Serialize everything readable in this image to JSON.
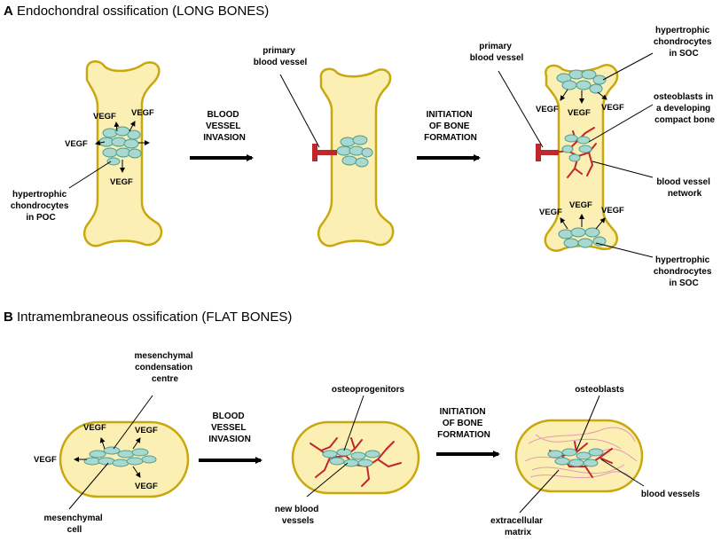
{
  "panel_a": {
    "letter": "A",
    "title": "Endochondral ossification (LONG BONES)",
    "bone1": {
      "vegf": [
        "VEGF",
        "VEGF",
        "VEGF",
        "VEGF"
      ],
      "label": [
        "hypertrophic",
        "chondrocytes",
        "in POC"
      ]
    },
    "arrow1": [
      "BLOOD",
      "VESSEL",
      "INVASION"
    ],
    "bone2": {
      "label": [
        "primary",
        "blood vessel"
      ]
    },
    "arrow2": [
      "INITIATION",
      "OF BONE",
      "FORMATION"
    ],
    "bone3": {
      "vessel_label": [
        "primary",
        "blood vessel"
      ],
      "top_label": [
        "hypertrophic",
        "chondrocytes",
        "in SOC"
      ],
      "osteoblast_label": [
        "osteoblasts in",
        "a developing",
        "compact bone"
      ],
      "network_label": [
        "blood vessel",
        "network"
      ],
      "bottom_label": [
        "hypertrophic",
        "chondrocytes",
        "in SOC"
      ],
      "vegf_top": [
        "VEGF",
        "VEGF",
        "VEGF"
      ],
      "vegf_bottom": [
        "VEGF",
        "VEGF",
        "VEGF"
      ]
    }
  },
  "panel_b": {
    "letter": "B",
    "title": "Intramembraneous ossification (FLAT BONES)",
    "flat1": {
      "top_label": [
        "mesenchymal",
        "condensation",
        "centre"
      ],
      "bottom_label": [
        "mesenchymal",
        "cell"
      ],
      "vegf": [
        "VEGF",
        "VEGF",
        "VEGF",
        "VEGF"
      ]
    },
    "arrow1": [
      "BLOOD",
      "VESSEL",
      "INVASION"
    ],
    "flat2": {
      "top_label": [
        "osteoprogenitors"
      ],
      "bottom_label": [
        "new blood",
        "vessels"
      ]
    },
    "arrow2": [
      "INITIATION",
      "OF BONE",
      "FORMATION"
    ],
    "flat3": {
      "top_label": [
        "osteoblasts"
      ],
      "right_label": [
        "blood vessels"
      ],
      "bottom_label": [
        "extracellular",
        "matrix"
      ]
    }
  },
  "colors": {
    "bone_fill": "#fbefb3",
    "bone_stroke": "#c9a70e",
    "cell_fill": "#a8d8cf",
    "vessel": "#c0262c",
    "matrix": "#e39ab5"
  }
}
